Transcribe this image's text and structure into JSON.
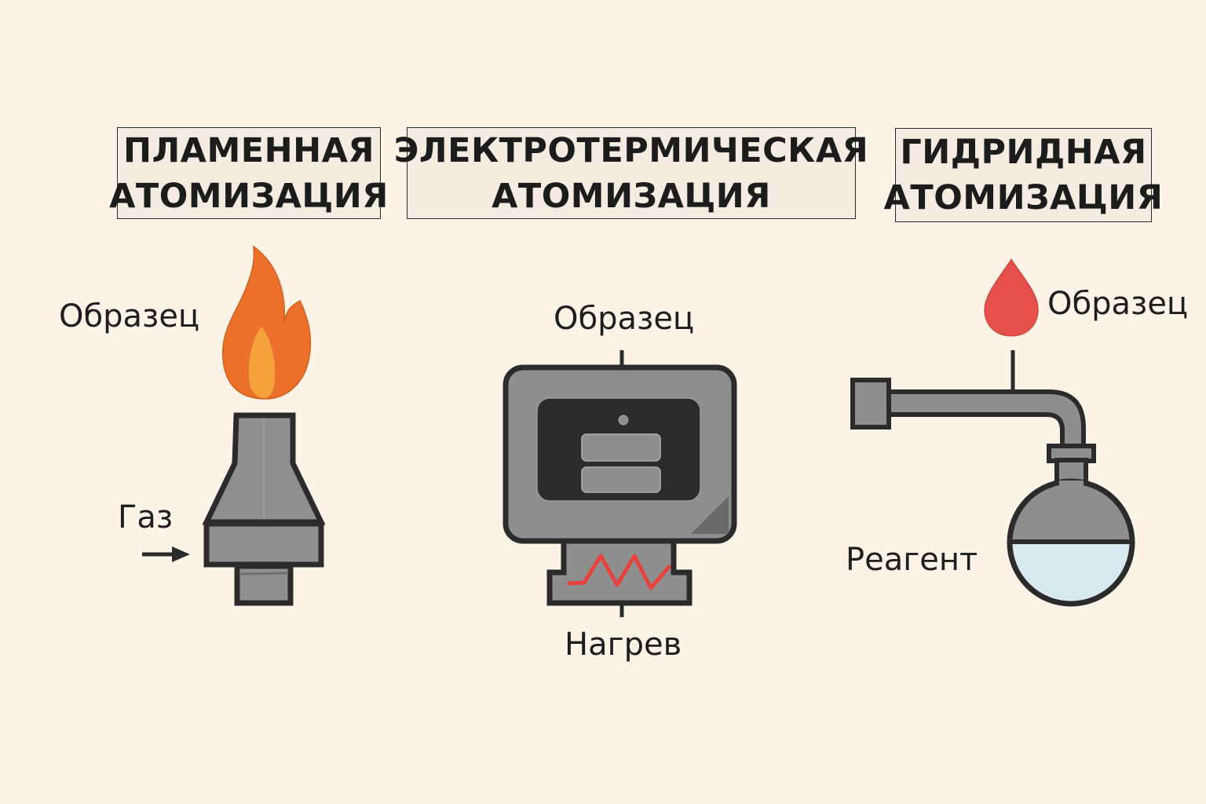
{
  "panels": [
    {
      "id": "flame",
      "title_lines": [
        "ПЛАМЕННАЯ",
        "АТОМИЗАЦИЯ"
      ],
      "labels": {
        "sample": "Образец",
        "gas": "Газ"
      },
      "icons": [
        "flame-icon",
        "burner-icon",
        "arrow-right-icon"
      ]
    },
    {
      "id": "electrothermal",
      "title_lines": [
        "ЭЛЕКТРОТЕРМИЧЕСКАЯ",
        "АТОМИЗАЦИЯ"
      ],
      "labels": {
        "sample": "Образец",
        "heating": "Нагрев"
      },
      "icons": [
        "graphite-furnace-icon",
        "heating-coil-icon"
      ]
    },
    {
      "id": "hydride",
      "title_lines": [
        "ГИДРИДНАЯ",
        "АТОМИЗАЦИЯ"
      ],
      "labels": {
        "sample": "Образец",
        "reagent": "Реагент"
      },
      "icons": [
        "droplet-icon",
        "tube-icon",
        "flask-icon"
      ]
    }
  ],
  "colors": {
    "background": "#fdf4e7",
    "title_box": "#f5ece1",
    "outline": "#2b2b2b",
    "metal": "#8e8e8e",
    "flame_outer": "#ec7029",
    "flame_inner": "#f4a33b",
    "coil": "#e8423f",
    "droplet": "#e5504b",
    "liquid": "#d8eaef"
  }
}
